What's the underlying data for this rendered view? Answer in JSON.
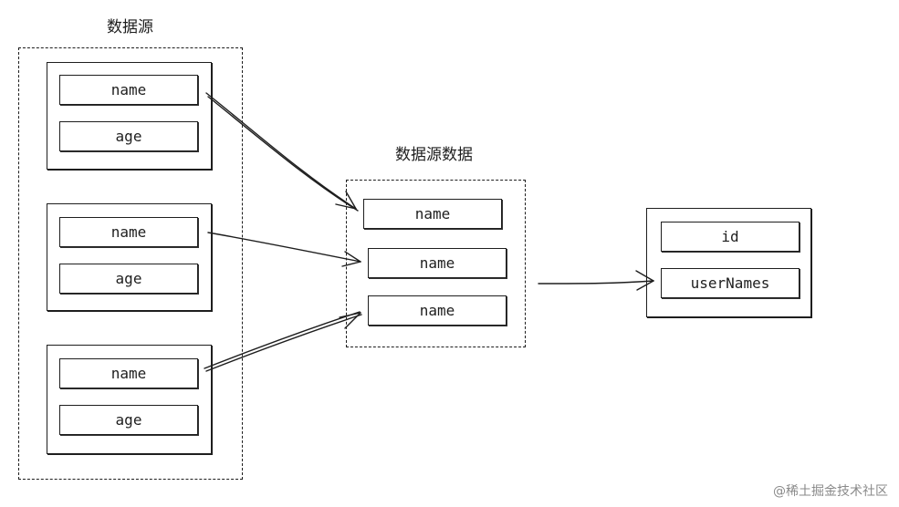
{
  "source_group": {
    "title": "数据源",
    "records": [
      {
        "fields": [
          "name",
          "age"
        ]
      },
      {
        "fields": [
          "name",
          "age"
        ]
      },
      {
        "fields": [
          "name",
          "age"
        ]
      }
    ]
  },
  "middle_group": {
    "title": "数据源数据",
    "fields": [
      "name",
      "name",
      "name"
    ]
  },
  "target_entity": {
    "fields": [
      "id",
      "userNames"
    ]
  },
  "watermark": "@稀土掘金技术社区"
}
